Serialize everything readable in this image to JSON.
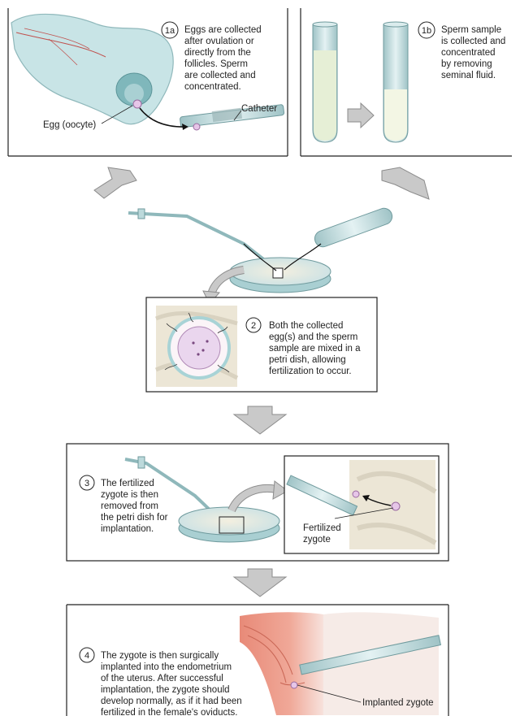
{
  "step1a": {
    "number": "1a",
    "lines": [
      "Eggs are collected",
      "after ovulation or",
      "directly from the",
      "follicles. Sperm",
      "are collected and",
      "concentrated."
    ]
  },
  "step1b": {
    "number": "1b",
    "lines": [
      "Sperm sample",
      "is collected and",
      "concentrated",
      "by removing",
      "seminal fluid."
    ]
  },
  "labels": {
    "egg": "Egg (oocyte)",
    "catheter": "Catheter",
    "fertilized_zygote": [
      "Fertilized",
      "zygote"
    ],
    "implanted_zygote": "Implanted zygote"
  },
  "step2": {
    "number": "2",
    "lines": [
      "Both the collected",
      "egg(s) and the sperm",
      "sample are mixed in a",
      "petri dish, allowing",
      "fertilization to occur."
    ]
  },
  "step3": {
    "number": "3",
    "lines": [
      "The fertilized",
      "zygote is then",
      "removed from",
      "the petri dish for",
      "implantation."
    ]
  },
  "step4": {
    "number": "4",
    "lines": [
      "The zygote is then surgically",
      "implanted into the endometrium",
      "of the uterus. After successful",
      "implantation, the zygote should",
      "develop normally, as if it had been",
      "fertilized in the female's oviducts."
    ]
  },
  "colors": {
    "tissue": "#c8e4e6",
    "glass": "#bcd9db",
    "arrow": "#c9c9c9",
    "uterus": "#e07f6c",
    "zygote": "#e6c6e8"
  }
}
